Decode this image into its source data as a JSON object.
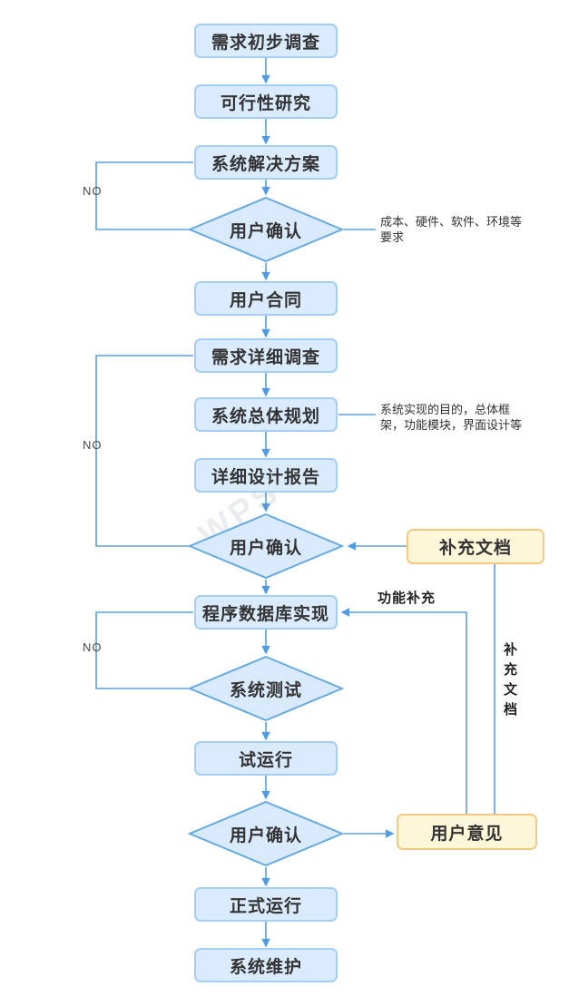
{
  "flowchart": {
    "nodes": [
      {
        "id": "initial-survey",
        "type": "process",
        "label": "需求初步调查"
      },
      {
        "id": "feasibility-study",
        "type": "process",
        "label": "可行性研究"
      },
      {
        "id": "system-solution",
        "type": "process",
        "label": "系统解决方案"
      },
      {
        "id": "user-confirm-1",
        "type": "decision",
        "label": "用户确认"
      },
      {
        "id": "user-contract",
        "type": "process",
        "label": "用户合同"
      },
      {
        "id": "detailed-survey",
        "type": "process",
        "label": "需求详细调查"
      },
      {
        "id": "overall-planning",
        "type": "process",
        "label": "系统总体规划"
      },
      {
        "id": "design-report",
        "type": "process",
        "label": "详细设计报告"
      },
      {
        "id": "user-confirm-2",
        "type": "decision",
        "label": "用户确认"
      },
      {
        "id": "program-db-implementation",
        "type": "process",
        "label": "程序数据库实现"
      },
      {
        "id": "system-testing",
        "type": "decision",
        "label": "系统测试"
      },
      {
        "id": "trial-run",
        "type": "process",
        "label": "试运行"
      },
      {
        "id": "user-confirm-3",
        "type": "decision",
        "label": "用户确认"
      },
      {
        "id": "official-run",
        "type": "process",
        "label": "正式运行"
      },
      {
        "id": "system-maintenance",
        "type": "process",
        "label": "系统维护"
      },
      {
        "id": "supplementary-document",
        "type": "side-note",
        "label": "补充文档"
      },
      {
        "id": "user-feedback",
        "type": "side-note",
        "label": "用户意见"
      }
    ],
    "edges": [
      {
        "from": "initial-survey",
        "to": "feasibility-study"
      },
      {
        "from": "feasibility-study",
        "to": "system-solution"
      },
      {
        "from": "system-solution",
        "to": "user-confirm-1"
      },
      {
        "from": "user-confirm-1",
        "to": "user-contract"
      },
      {
        "from": "user-confirm-1",
        "to": "system-solution",
        "label": "NO"
      },
      {
        "from": "user-contract",
        "to": "detailed-survey"
      },
      {
        "from": "detailed-survey",
        "to": "overall-planning"
      },
      {
        "from": "overall-planning",
        "to": "design-report"
      },
      {
        "from": "design-report",
        "to": "user-confirm-2"
      },
      {
        "from": "user-confirm-2",
        "to": "program-db-implementation"
      },
      {
        "from": "user-confirm-2",
        "to": "detailed-survey",
        "label": "NO"
      },
      {
        "from": "supplementary-document",
        "to": "user-confirm-2"
      },
      {
        "from": "program-db-implementation",
        "to": "system-testing"
      },
      {
        "from": "system-testing",
        "to": "trial-run"
      },
      {
        "from": "system-testing",
        "to": "program-db-implementation",
        "label": "NO"
      },
      {
        "from": "trial-run",
        "to": "user-confirm-3"
      },
      {
        "from": "user-confirm-3",
        "to": "user-feedback"
      },
      {
        "from": "user-feedback",
        "to": "program-db-implementation",
        "label": "功能补充"
      },
      {
        "from": "user-feedback",
        "to": "supplementary-document",
        "label": "补充文档"
      },
      {
        "from": "user-confirm-3",
        "to": "official-run"
      },
      {
        "from": "official-run",
        "to": "system-maintenance"
      }
    ],
    "annotations": [
      {
        "attached_to": "user-confirm-1",
        "lines": [
          "成本、硬件、软件、环境等",
          "要求"
        ]
      },
      {
        "attached_to": "overall-planning",
        "lines": [
          "系统实现的目的，总体框",
          "架，功能模块，界面设计等"
        ]
      }
    ],
    "watermark": "WPS",
    "colors": {
      "process_fill": "#d9ebfc",
      "process_border": "#a6cdf2",
      "decision_fill": "#d9eafc",
      "decision_border": "#66a9e3",
      "side_note_fill": "#fdf6d8",
      "side_note_border": "#f3c97f",
      "connector": "#5a9fe0",
      "arrowhead": "#4f9be4",
      "text": "#333333"
    }
  }
}
